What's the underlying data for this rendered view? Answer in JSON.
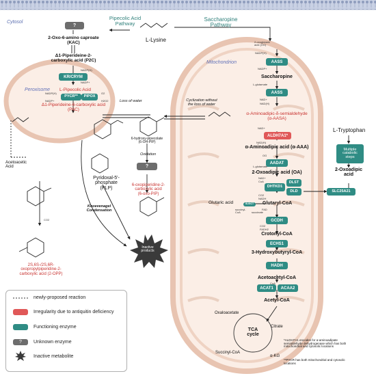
{
  "compartments": {
    "cytosol": "Cytosol",
    "mitochondrion": "Mitochondrion",
    "peroxisome": "Peroxisome"
  },
  "pathways": {
    "pipecolic": "Pipecolic Acid\nPathway",
    "saccharopine": "Saccharopine\nPathway"
  },
  "metabolites": {
    "lysine": "L-Lysine",
    "kac": "2-Oxo-6-amino caproate\n(KAC)",
    "p2c": "Δ1-Piperideine-2-\ncarboxylic acid (P2C)",
    "pipecolic_acid": "L-Pipecolic Acid",
    "p6c": "Δ1-Piperideine-6-carboxylic acid\n(P6C)",
    "acetoacetic": "Acetoacetic\nAcid",
    "opp": "2S,6S-/2S,6R-\noxopropylpiperidine-2-\ncarboxylic acid (2-OPP)",
    "ohpip": "6-hydroxy-pipecolate\n(6-OH-PIP)",
    "oxopip": "6-oxopiperidine-2-\ncarboxylic acid\n(6-oxo-PIP)",
    "plp": "Pyridoxal-5'-\nphosphate\n(PLP)",
    "inactive": "Inactive\nproducts",
    "saccharopine": "Saccharopine",
    "aasa": "α-Aminoadipic-δ-semialdehyde\n(α-AASA)",
    "aaa": "α-Aminoadipic acid (α-AAA)",
    "oa": "2-Oxoadipic acid (OA)",
    "glutaryl": "Glutaryl-CoA",
    "glutaric": "Glutaric acid",
    "crotonyl": "Crotonyl-CoA",
    "hydroxybutyryl": "3-Hydroxybutyryl-CoA",
    "acetoacetyl": "Acetoacetyl-CoA",
    "acetyl": "Acetyl-CoA",
    "oxaloacetate": "Oxaloacetate",
    "citrate": "Citrate",
    "succinyl": "Succinyl-CoA",
    "akg": "α-KG",
    "tca": "TCA\ncycle",
    "tryptophan": "L-Tryptophan",
    "oxoadipic_cyto": "2-Oxoadipic\nacid"
  },
  "enzymes": {
    "kr_crym": "KR/CRYM",
    "pycr": "PYCR**",
    "pipox": "PIPOX",
    "aass1": "AASS",
    "aass2": "AASS",
    "aldh7a1": "ALDH7A1*",
    "aadat": "AADAT",
    "dhkd1": "DHTKD1",
    "dlst": "DLST",
    "dld": "DLD",
    "slc25a21": "SLC25A21",
    "gcdh": "GCDH",
    "echs1": "ECHS1",
    "hadh": "HADH",
    "acat1": "ACAT1",
    "acaa2": "ACAA2",
    "multiple": "Multiple\ncatabolic\nsteps",
    "unknown": "?",
    "sugct": "SUGCT"
  },
  "labels": {
    "loss_water": "Loss of water",
    "cyclization": "Cyclization without\nthe loss of water",
    "oxidation": "Oxidation",
    "knoevenagel": "Knoevenagel\nCondensation"
  },
  "cofactors": {
    "nadph_p2c": "NADP(H)",
    "nadp_p2c": "NADP+",
    "nadph_pyc": "NADP(H)",
    "nadp_pyc": "NADP+",
    "o2": "O2",
    "h2o2": "H2O2",
    "oxoglut": "2-oxoglutaric\nacid (OG)",
    "nadph_aass": "NADP(H)",
    "nadp_aass": "NADP+",
    "lglut1": "L-glutamate",
    "nad_aass2": "NAD+",
    "nadh_aass2": "NAD(H)",
    "nad_aldh": "NAD+",
    "nadh_aldh": "NAD(H)",
    "og_aadat": "OG",
    "lglut2": "L-glutamate",
    "nad_dh": "NAD+",
    "coa_dh": "CoA",
    "co2_dh": "CO2",
    "nadh_dh": "NADH",
    "fad": "FAD",
    "co2_gcdh": "CO2",
    "fadh": "FADH2",
    "coa_sugct": "succinyl-\nCoA",
    "succinate": "succinate",
    "coa_acat": "CoA",
    "co2_opp": "CO2"
  },
  "legend": {
    "dashed": "newly-proposed reaction",
    "red": "Irregularity due to antiquitin deficiency",
    "teal": "Functioning enzyme",
    "unknown": "Unknown enzyme",
    "inactive": "Inactive metabolite",
    "unknown_symbol": "?"
  },
  "footnotes": {
    "aldh": "*ALDH7A1 encodes for α-aminoadipate\nsemialdehyde dehydrogenase which has both\nmitochondrial and cytosolic locations",
    "pycr": "**PYCR has both mitochondrial and cytosolic\nlocations"
  },
  "colors": {
    "teal": "#2f8c84",
    "red": "#e05858",
    "red_text": "#c8322f",
    "unknown": "#6d6d6d",
    "membrane": "#f1d7c9",
    "membrane_edge": "#e3bfae",
    "membrane_top": "#b7c0d6"
  }
}
